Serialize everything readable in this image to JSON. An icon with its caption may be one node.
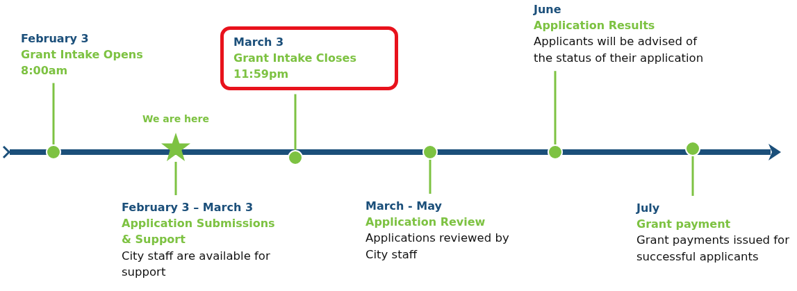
{
  "diagram": {
    "nodes": [
      {
        "text": [
          "February 3",
          "Grant Intake Opens",
          "8:00am"
        ]
      },
      {
        "text": [
          "March 3",
          "Grant Intake Closes",
          "11:59pm"
        ]
      },
      {
        "text": [
          "June",
          "Application Results",
          "Applicants will be advised of the status of their application"
        ]
      },
      {
        "text": [],
        "shape": "circle"
      },
      {
        "text": [],
        "shape": "star",
        "beside": [
          "We are here"
        ]
      },
      {
        "text": [],
        "shape": "circle"
      },
      {
        "text": [],
        "shape": "circle"
      },
      {
        "text": [],
        "shape": "circle"
      },
      {
        "text": [],
        "shape": "circle"
      },
      {
        "text": [
          "February 3 – March 3",
          "Application Submissions & Support",
          "City staff are available for support"
        ]
      },
      {
        "text": [
          "March - May",
          "Application Review",
          "Applications reviewed by City staff"
        ]
      },
      {
        "text": [
          "July",
          "Grant payment",
          "Grant payments issued for successful applicants"
        ]
      }
    ],
    "edges": [
      {
        "from": 0,
        "to": 3,
        "arrow": "none"
      },
      {
        "from": 1,
        "to": 5,
        "arrow": "none"
      },
      {
        "from": 2,
        "to": 7,
        "arrow": "none"
      },
      {
        "from": 9,
        "to": 4,
        "arrow": "none"
      },
      {
        "from": 10,
        "to": 6,
        "arrow": "none"
      },
      {
        "from": 11,
        "to": 8,
        "arrow": "none"
      }
    ]
  }
}
